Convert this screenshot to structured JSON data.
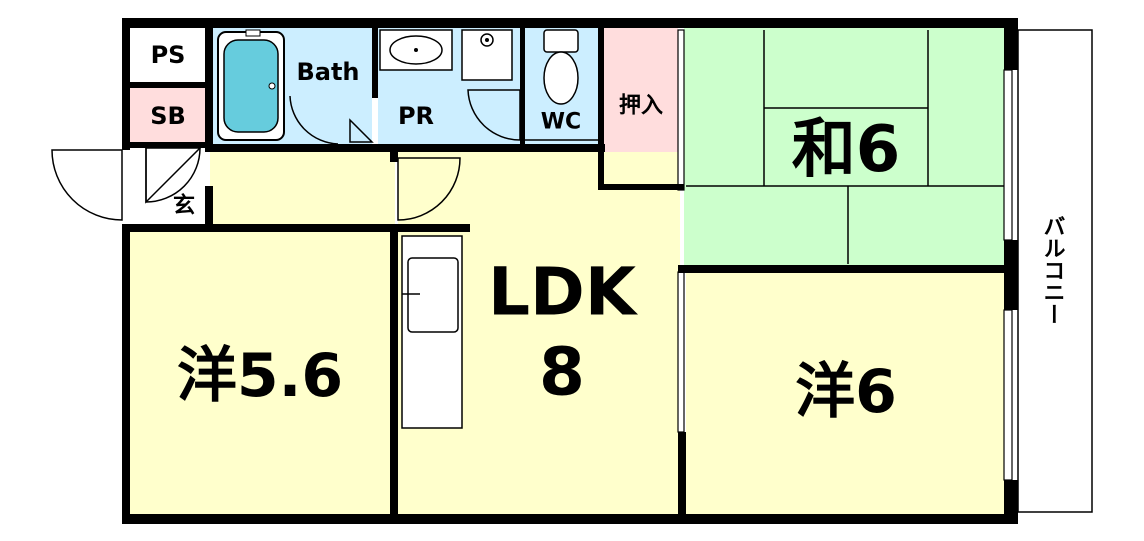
{
  "rooms": {
    "ps": "PS",
    "sb": "SB",
    "bath": "Bath",
    "pr": "PR",
    "wc": "WC",
    "oshiire": "押入",
    "washitsu": "和6",
    "entrance": "玄",
    "youshitsu_left": "洋5.6",
    "ldk_line1": "LDK",
    "ldk_line2": "8",
    "youshitsu_right": "洋6",
    "balcony": "バルコニー"
  },
  "colors": {
    "yellow_floor": "#ffffcc",
    "tatami_green": "#ccffcc",
    "wet_blue": "#cceeff",
    "closet_pink": "#ffdddd",
    "wall": "#000000"
  }
}
